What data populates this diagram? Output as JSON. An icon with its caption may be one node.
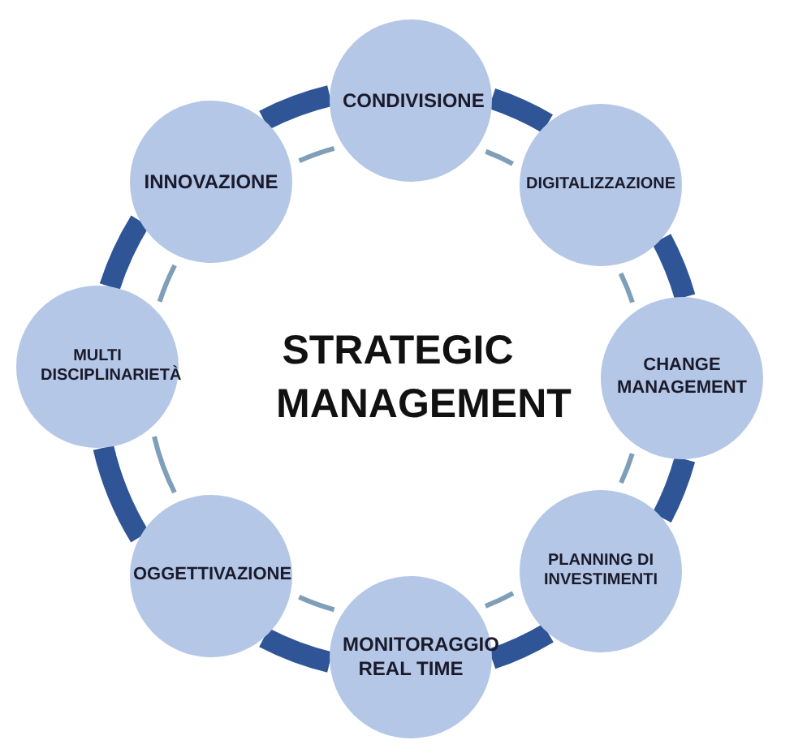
{
  "diagram": {
    "nodes": [
      {
        "text": [
          "CONDIVISIONE"
        ]
      },
      {
        "text": [
          "DIGITALIZZAZIONE"
        ]
      },
      {
        "text": [
          "CHANGE MANAGEMENT"
        ]
      },
      {
        "text": [
          "PLANNING DI INVESTIMENTI"
        ]
      },
      {
        "text": [
          "MONITORAGGIO REAL TIME"
        ]
      },
      {
        "text": [
          "OGGETTIVAZIONE"
        ]
      },
      {
        "text": [
          "MULTI DISCIPLINARIETÀ"
        ]
      },
      {
        "text": [
          "INNOVAZIONE"
        ]
      }
    ],
    "edges": [
      {
        "from": 0,
        "to": 1,
        "arrow": "none"
      },
      {
        "from": 1,
        "to": 2,
        "arrow": "none"
      },
      {
        "from": 2,
        "to": 3,
        "arrow": "none"
      },
      {
        "from": 3,
        "to": 4,
        "arrow": "none"
      },
      {
        "from": 4,
        "to": 5,
        "arrow": "none"
      },
      {
        "from": 5,
        "to": 6,
        "arrow": "none"
      },
      {
        "from": 6,
        "to": 7,
        "arrow": "none"
      },
      {
        "from": 7,
        "to": 0,
        "arrow": "none"
      }
    ],
    "labels": [
      "STRATEGIC MANAGEMENT"
    ]
  }
}
